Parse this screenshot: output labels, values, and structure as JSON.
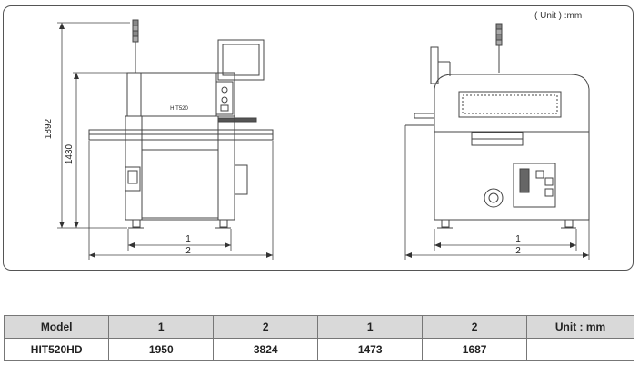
{
  "drawing": {
    "unit_note": "( Unit ) :mm",
    "front_view": {
      "dim_total_height": "1892",
      "dim_body_height": "1430",
      "dim_width_1": "1",
      "dim_width_2": "2",
      "model_plate": "HIT520"
    },
    "side_view": {
      "dim_depth_1": "1",
      "dim_depth_2": "2"
    }
  },
  "spec_table": {
    "headers": [
      "Model",
      "1",
      "2",
      "1",
      "2",
      "Unit : mm"
    ],
    "rows": [
      [
        "HIT520HD",
        "1950",
        "3824",
        "1473",
        "1687",
        ""
      ]
    ]
  }
}
